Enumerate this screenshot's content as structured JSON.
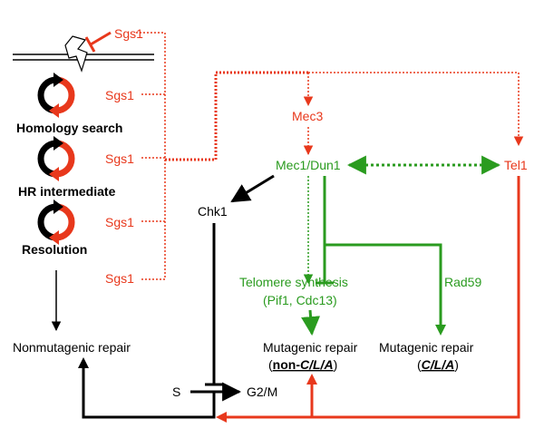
{
  "colors": {
    "red": "#e8381c",
    "green": "#2a9b1f",
    "black": "#000000"
  },
  "labels": {
    "sgs1": "Sgs1",
    "homology_search": "Homology search",
    "hr_intermediate": "HR intermediate",
    "resolution": "Resolution",
    "nonmutagenic_repair": "Nonmutagenic repair",
    "mec3": "Mec3",
    "mec1_dun1": "Mec1/Dun1",
    "tel1": "Tel1",
    "chk1": "Chk1",
    "telomere_synthesis": "Telomere synthesis",
    "telomere_factors": "(Pif1, Cdc13)",
    "rad59": "Rad59",
    "mutagenic_repair": "Mutagenic repair",
    "non_prefix": "non-",
    "cla": "C/L/A",
    "paren_open": "(",
    "paren_close": ")",
    "s_phase": "S",
    "g2m": "G2/M"
  },
  "icons": [
    "dsb-lightning-icon",
    "cycle-arrows-icon"
  ]
}
